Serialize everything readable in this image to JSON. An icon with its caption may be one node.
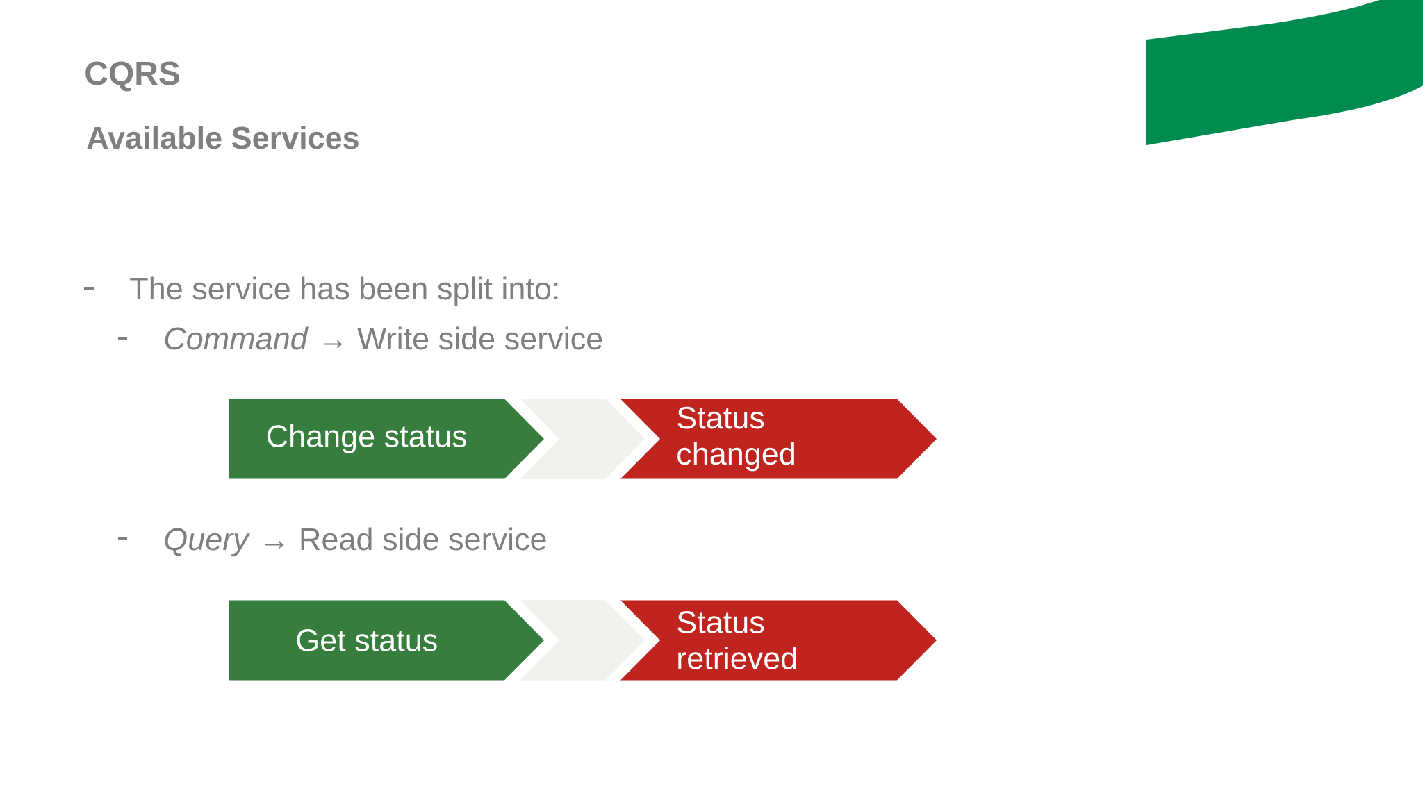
{
  "diagram": {
    "title": "CQRS",
    "nodes": [
      {
        "text": [
          "Change status"
        ]
      },
      {
        "text": [
          "Status changed"
        ]
      },
      {
        "text": [
          "Get status"
        ]
      },
      {
        "text": [
          "Status retrieved"
        ]
      }
    ],
    "edges": [
      {
        "from": 0,
        "to": 1,
        "arrow": "to"
      },
      {
        "from": 2,
        "to": 3,
        "arrow": "to"
      }
    ],
    "labels": [
      "Available Services",
      "The service has been split into:",
      "*Command* → Write side service",
      "*Query* → Read side service"
    ]
  }
}
